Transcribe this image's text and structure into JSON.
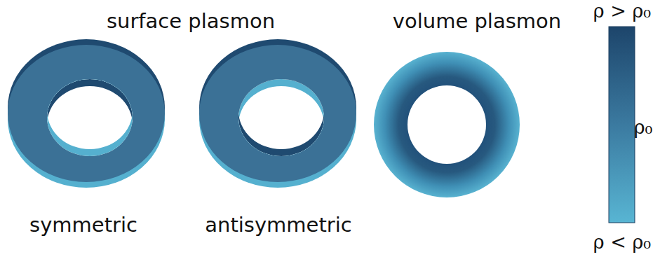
{
  "diagram": {
    "labels": [
      "surface plasmon",
      "volume plasmon",
      "ρ > ρ₀",
      "ρ₀",
      "symmetric",
      "antisymmetric",
      "ρ < ρ₀"
    ]
  }
}
